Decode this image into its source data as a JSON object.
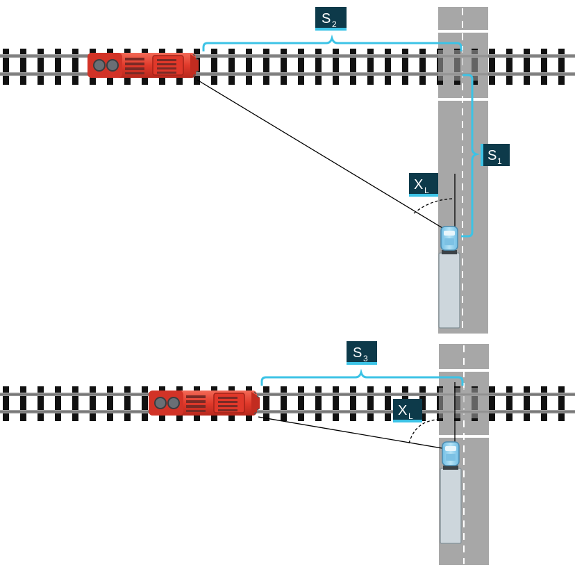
{
  "labels": {
    "s1": {
      "main": "S",
      "sub": "1"
    },
    "s2": {
      "main": "S",
      "sub": "2"
    },
    "s3": {
      "main": "S",
      "sub": "3"
    },
    "xl_top": {
      "main": "X",
      "sub": "L"
    },
    "xl_bottom": {
      "main": "X",
      "sub": "L"
    }
  },
  "colors": {
    "bracket": "#3cc3e6",
    "label_bg": "#0d3a4a",
    "label_underline": "#3cc3e6",
    "road": "#a6a6a6",
    "rail": "#8c8c8c",
    "tie": "#111111",
    "train_body": "#e23b2c",
    "truck_cab": "#8fd0ee",
    "trailer": "#cfd8de"
  },
  "icons": [
    "locomotive-icon",
    "truck-icon"
  ]
}
